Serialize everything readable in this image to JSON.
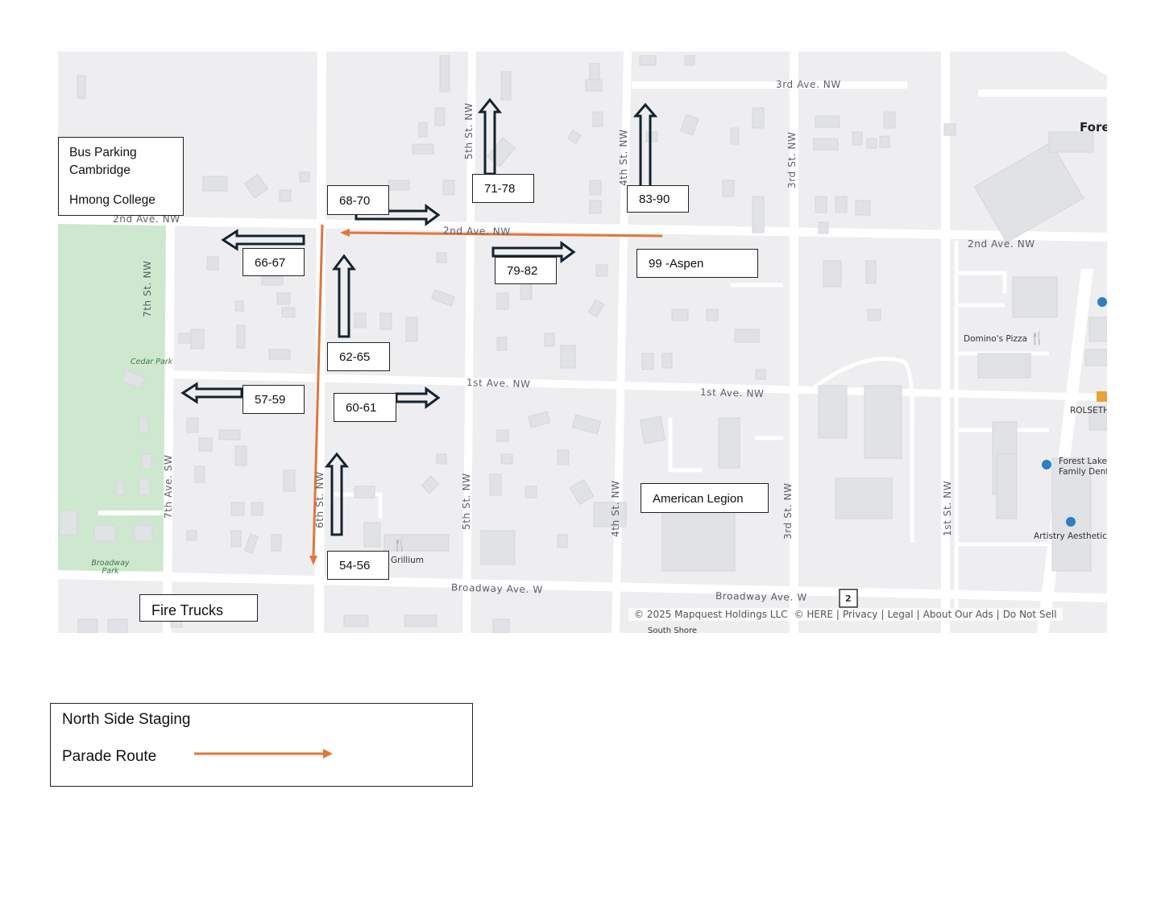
{
  "map": {
    "streets": {
      "third_ave_nw": "3rd Ave. NW",
      "second_ave_nw_west": "2nd Ave. NW",
      "second_ave_nw_mid": "2nd Ave. NW",
      "second_ave_nw_east": "2nd Ave. NW",
      "first_ave_nw_mid": "1st Ave. NW",
      "first_ave_nw_east": "1st Ave. NW",
      "broadway_west": "Broadway Ave. W",
      "broadway_east": "Broadway Ave. W",
      "seventh_st_nw": "7th St. NW",
      "seventh_ave_sw": "7th Ave. SW",
      "sixth_st_nw": "6th St. NW",
      "fifth_st_nw_north": "5th St. NW",
      "fifth_st_nw_south": "5th St. NW",
      "fourth_st_nw_north": "4th St. NW",
      "fourth_st_nw_south": "4th St. NW",
      "third_st_nw_north": "3rd St. NW",
      "third_st_nw_south": "3rd St. NW",
      "first_st_nw": "1st St. NW"
    },
    "pois": {
      "cedar_park": "Cedar Park",
      "broadway_park": "Broadway Park",
      "grillium": "Grillium",
      "dominos": "Domino's Pizza",
      "rolseth": "ROLSETH",
      "forest_lake_family_line1": "Forest Lake",
      "forest_lake_family_line2": "Family Dent",
      "artistry": "Artistry Aesthetics",
      "fore": "Fore",
      "south_shore": "South Shore",
      "route_shield": "2"
    },
    "attribution": [
      "© 2025 Mapquest Holdings LLC",
      "© HERE",
      "Privacy",
      "Legal",
      "About Our Ads",
      "Do Not Sell"
    ],
    "colors": {
      "route": "#e0773a",
      "arrow": "#14232f",
      "park": "#cde8cf",
      "road": "#ffffff",
      "block": "#eeeef0",
      "building": "#e1e2e6"
    }
  },
  "labels": {
    "bus_parking_line1": "Bus Parking",
    "bus_parking_line2": "Cambridge",
    "bus_parking_line3": "Hmong College",
    "g68_70": "68-70",
    "g71_78": "71-78",
    "g83_90": "83-90",
    "g66_67": "66-67",
    "g79_82": "79-82",
    "g99": "99 -Aspen",
    "g62_65": "62-65",
    "g57_59": "57-59",
    "g60_61": "60-61",
    "g54_56": "54-56",
    "american_legion": "American Legion",
    "fire_trucks": "Fire Trucks"
  },
  "legend": {
    "title": "North Side Staging",
    "route_label": "Parade Route"
  }
}
